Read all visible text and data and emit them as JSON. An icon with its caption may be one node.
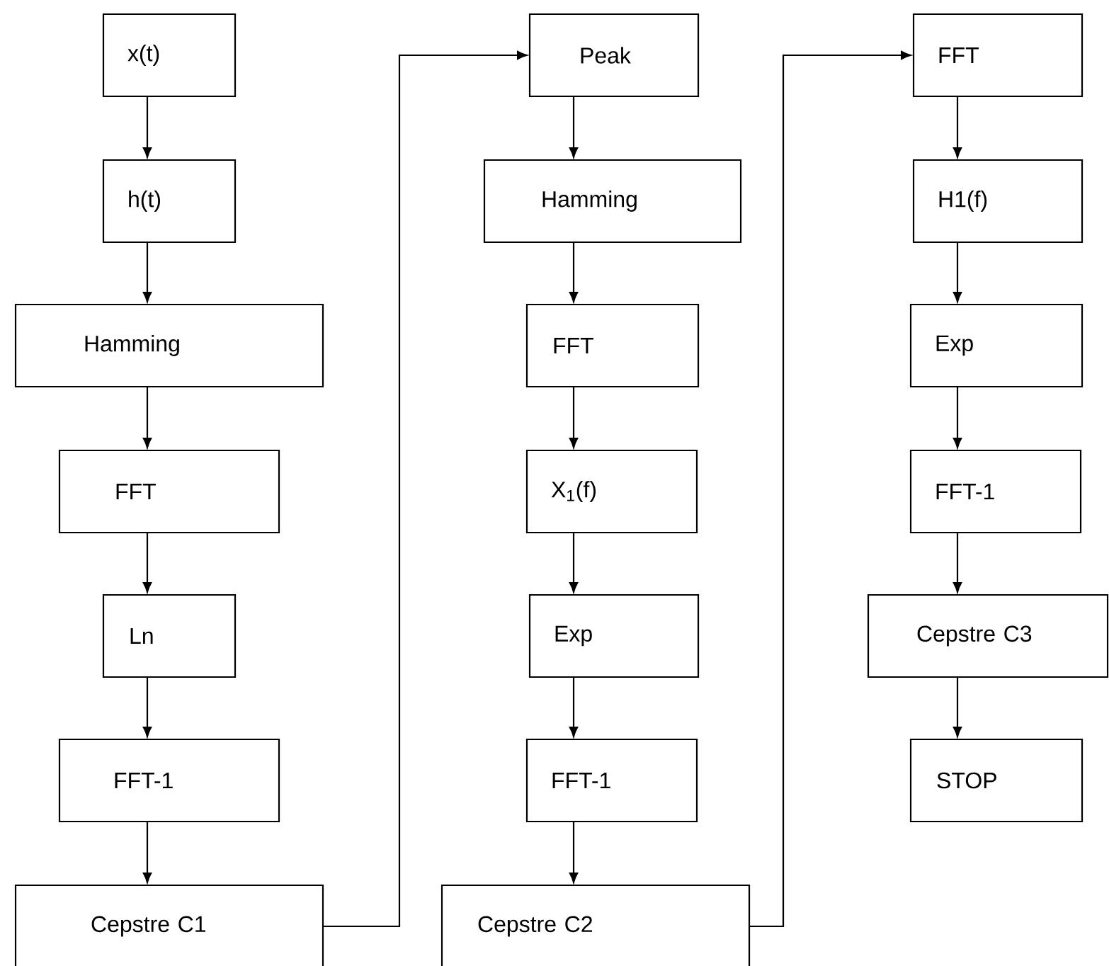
{
  "diagram": {
    "nodes": [
      {
        "text": [
          "x(t)"
        ]
      },
      {
        "text": [
          "h(t)"
        ]
      },
      {
        "text": [
          "Hamming"
        ]
      },
      {
        "text": [
          "FFT"
        ]
      },
      {
        "text": [
          "Ln"
        ]
      },
      {
        "text": [
          "FFT-1"
        ]
      },
      {
        "text": [
          "Cepstre C1"
        ]
      },
      {
        "text": [
          "Peak"
        ]
      },
      {
        "text": [
          "Hamming"
        ]
      },
      {
        "text": [
          "FFT"
        ]
      },
      {
        "text": [
          "X$_{1}$(f)"
        ]
      },
      {
        "text": [
          "Exp"
        ]
      },
      {
        "text": [
          "FFT-1"
        ]
      },
      {
        "text": [
          "Cepstre C2"
        ]
      },
      {
        "text": [
          "FFT"
        ]
      },
      {
        "text": [
          "H1(f)"
        ]
      },
      {
        "text": [
          "Exp"
        ]
      },
      {
        "text": [
          "FFT-1"
        ]
      },
      {
        "text": [
          "Cepstre C3"
        ]
      },
      {
        "text": [
          "STOP"
        ]
      }
    ],
    "edges": [
      {
        "from": 0,
        "to": 1,
        "arrow": "to"
      },
      {
        "from": 1,
        "to": 2,
        "arrow": "to"
      },
      {
        "from": 2,
        "to": 3,
        "arrow": "to"
      },
      {
        "from": 3,
        "to": 4,
        "arrow": "to"
      },
      {
        "from": 4,
        "to": 5,
        "arrow": "to"
      },
      {
        "from": 5,
        "to": 6,
        "arrow": "to"
      },
      {
        "from": 6,
        "to": 7,
        "arrow": "to"
      },
      {
        "from": 7,
        "to": 8,
        "arrow": "to"
      },
      {
        "from": 8,
        "to": 9,
        "arrow": "to"
      },
      {
        "from": 9,
        "to": 10,
        "arrow": "to"
      },
      {
        "from": 10,
        "to": 11,
        "arrow": "to"
      },
      {
        "from": 11,
        "to": 12,
        "arrow": "to"
      },
      {
        "from": 12,
        "to": 13,
        "arrow": "to"
      },
      {
        "from": 13,
        "to": 14,
        "arrow": "to"
      },
      {
        "from": 14,
        "to": 15,
        "arrow": "to"
      },
      {
        "from": 15,
        "to": 16,
        "arrow": "to"
      },
      {
        "from": 16,
        "to": 17,
        "arrow": "to"
      },
      {
        "from": 17,
        "to": 18,
        "arrow": "to"
      },
      {
        "from": 18,
        "to": 19,
        "arrow": "to"
      }
    ]
  }
}
